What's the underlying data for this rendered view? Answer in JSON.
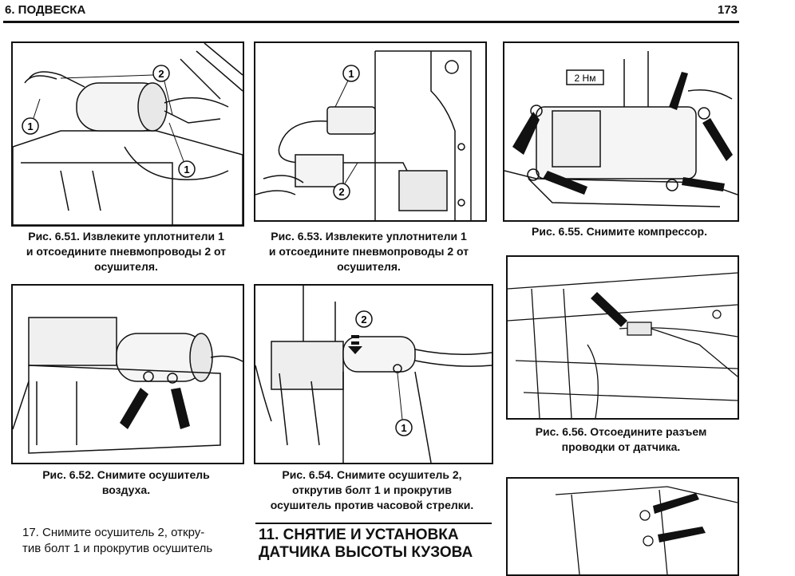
{
  "header": {
    "section": "6. ПОДВЕСКА",
    "page_number": "173"
  },
  "figures": {
    "f651": {
      "caption": [
        "Рис. 6.51. Извлеките уплотнители 1",
        "и отсоедините пневмопроводы 2 от",
        "осушителя."
      ],
      "callouts": [
        "1",
        "2",
        "1"
      ]
    },
    "f653": {
      "caption": [
        "Рис. 6.53. Извлеките уплотнители 1",
        "и отсоедините пневмопроводы 2 от",
        "осушителя."
      ],
      "callouts": [
        "1",
        "2"
      ]
    },
    "f655": {
      "caption": [
        "Рис. 6.55. Снимите компрессор."
      ],
      "torque_label": "2 Нм"
    },
    "f652": {
      "caption": [
        "Рис. 6.52. Снимите осушитель",
        "воздуха."
      ]
    },
    "f654": {
      "caption": [
        "Рис. 6.54. Снимите осушитель 2,",
        "открутив болт 1 и прокрутив",
        "осушитель против часовой стрелки."
      ],
      "callouts": [
        "2",
        "1"
      ]
    },
    "f656": {
      "caption": [
        "Рис. 6.56. Отсоедините разъем",
        "проводки от датчика."
      ]
    }
  },
  "body": {
    "step17_line1": "17. Снимите осушитель 2, откру-",
    "step17_line2": "тив болт 1 и прокрутив осушитель"
  },
  "section11": {
    "line1": "11. СНЯТИЕ И УСТАНОВКА",
    "line2": "ДАТЧИКА ВЫСОТЫ КУЗОВА"
  }
}
